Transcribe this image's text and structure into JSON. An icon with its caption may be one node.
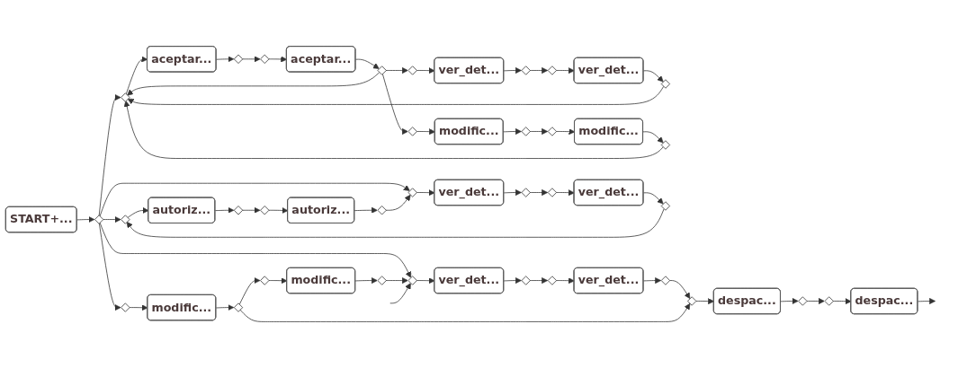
{
  "diagram": {
    "nodes": [
      {
        "text": [
          "START+..."
        ]
      },
      {
        "text": [],
        "shape": "diamond"
      },
      {
        "text": [],
        "shape": "diamond"
      },
      {
        "text": [
          "aceptar..."
        ]
      },
      {
        "text": [],
        "shape": "diamond"
      },
      {
        "text": [],
        "shape": "diamond"
      },
      {
        "text": [
          "aceptar..."
        ]
      },
      {
        "text": [],
        "shape": "diamond"
      },
      {
        "text": [],
        "shape": "diamond"
      },
      {
        "text": [
          "ver_det..."
        ]
      },
      {
        "text": [],
        "shape": "diamond"
      },
      {
        "text": [],
        "shape": "diamond"
      },
      {
        "text": [
          "ver_det..."
        ]
      },
      {
        "text": [],
        "shape": "diamond"
      },
      {
        "text": [],
        "shape": "diamond"
      },
      {
        "text": [
          "modific..."
        ]
      },
      {
        "text": [],
        "shape": "diamond"
      },
      {
        "text": [],
        "shape": "diamond"
      },
      {
        "text": [
          "modific..."
        ]
      },
      {
        "text": [],
        "shape": "diamond"
      },
      {
        "text": [],
        "shape": "diamond"
      },
      {
        "text": [
          "autoriz..."
        ]
      },
      {
        "text": [],
        "shape": "diamond"
      },
      {
        "text": [],
        "shape": "diamond"
      },
      {
        "text": [
          "autoriz..."
        ]
      },
      {
        "text": [],
        "shape": "diamond"
      },
      {
        "text": [],
        "shape": "diamond"
      },
      {
        "text": [
          "ver_det..."
        ]
      },
      {
        "text": [],
        "shape": "diamond"
      },
      {
        "text": [],
        "shape": "diamond"
      },
      {
        "text": [
          "ver_det..."
        ]
      },
      {
        "text": [],
        "shape": "diamond"
      },
      {
        "text": [],
        "shape": "diamond"
      },
      {
        "text": [
          "modific..."
        ]
      },
      {
        "text": [],
        "shape": "diamond"
      },
      {
        "text": [],
        "shape": "diamond"
      },
      {
        "text": [
          "modific..."
        ]
      },
      {
        "text": [],
        "shape": "diamond"
      },
      {
        "text": [],
        "shape": "diamond"
      },
      {
        "text": [
          "ver_det..."
        ]
      },
      {
        "text": [],
        "shape": "diamond"
      },
      {
        "text": [],
        "shape": "diamond"
      },
      {
        "text": [
          "ver_det..."
        ]
      },
      {
        "text": [],
        "shape": "diamond"
      },
      {
        "text": [],
        "shape": "diamond"
      },
      {
        "text": [
          "despac..."
        ]
      },
      {
        "text": [],
        "shape": "diamond"
      },
      {
        "text": [],
        "shape": "diamond"
      },
      {
        "text": [
          "despac..."
        ]
      }
    ],
    "edges": [
      {
        "from": 0,
        "to": 1,
        "arrow": "to"
      },
      {
        "from": 1,
        "to": 2,
        "arrow": "to"
      },
      {
        "from": 1,
        "to": 20,
        "arrow": "to"
      },
      {
        "from": 1,
        "to": 32,
        "arrow": "to"
      },
      {
        "from": 1,
        "to": 26,
        "arrow": "to"
      },
      {
        "from": 1,
        "to": 38,
        "arrow": "to"
      },
      {
        "from": 2,
        "to": 3,
        "arrow": "to"
      },
      {
        "from": 3,
        "to": 4,
        "arrow": "to"
      },
      {
        "from": 4,
        "to": 5,
        "arrow": "to"
      },
      {
        "from": 5,
        "to": 6,
        "arrow": "to"
      },
      {
        "from": 6,
        "to": 7,
        "arrow": "to"
      },
      {
        "from": 7,
        "to": 8,
        "arrow": "to"
      },
      {
        "from": 8,
        "to": 9,
        "arrow": "to"
      },
      {
        "from": 9,
        "to": 10,
        "arrow": "to"
      },
      {
        "from": 10,
        "to": 11,
        "arrow": "to"
      },
      {
        "from": 11,
        "to": 12,
        "arrow": "to"
      },
      {
        "from": 12,
        "to": 13,
        "arrow": "to"
      },
      {
        "from": 13,
        "to": 2,
        "arrow": "to"
      },
      {
        "from": 7,
        "to": 14,
        "arrow": "to"
      },
      {
        "from": 14,
        "to": 15,
        "arrow": "to"
      },
      {
        "from": 15,
        "to": 16,
        "arrow": "to"
      },
      {
        "from": 16,
        "to": 17,
        "arrow": "to"
      },
      {
        "from": 17,
        "to": 18,
        "arrow": "to"
      },
      {
        "from": 18,
        "to": 19,
        "arrow": "to"
      },
      {
        "from": 19,
        "to": 2,
        "arrow": "to"
      },
      {
        "from": 7,
        "to": 2,
        "arrow": "to"
      },
      {
        "from": 20,
        "to": 21,
        "arrow": "to"
      },
      {
        "from": 21,
        "to": 22,
        "arrow": "to"
      },
      {
        "from": 22,
        "to": 23,
        "arrow": "to"
      },
      {
        "from": 23,
        "to": 24,
        "arrow": "to"
      },
      {
        "from": 24,
        "to": 25,
        "arrow": "to"
      },
      {
        "from": 25,
        "to": 26,
        "arrow": "to"
      },
      {
        "from": 26,
        "to": 27,
        "arrow": "to"
      },
      {
        "from": 27,
        "to": 28,
        "arrow": "to"
      },
      {
        "from": 28,
        "to": 29,
        "arrow": "to"
      },
      {
        "from": 29,
        "to": 30,
        "arrow": "to"
      },
      {
        "from": 30,
        "to": 31,
        "arrow": "to"
      },
      {
        "from": 31,
        "to": 20,
        "arrow": "to"
      },
      {
        "from": 32,
        "to": 33,
        "arrow": "to"
      },
      {
        "from": 33,
        "to": 34,
        "arrow": "to"
      },
      {
        "from": 34,
        "to": 35,
        "arrow": "to"
      },
      {
        "from": 35,
        "to": 36,
        "arrow": "to"
      },
      {
        "from": 36,
        "to": 37,
        "arrow": "to"
      },
      {
        "from": 37,
        "to": 38,
        "arrow": "to"
      },
      {
        "from": 38,
        "to": 39,
        "arrow": "to"
      },
      {
        "from": 39,
        "to": 40,
        "arrow": "to"
      },
      {
        "from": 40,
        "to": 41,
        "arrow": "to"
      },
      {
        "from": 41,
        "to": 42,
        "arrow": "to"
      },
      {
        "from": 42,
        "to": 43,
        "arrow": "to"
      },
      {
        "from": 43,
        "to": 44,
        "arrow": "to"
      },
      {
        "from": 34,
        "to": 44,
        "arrow": "to"
      },
      {
        "from": 44,
        "to": 45,
        "arrow": "to"
      },
      {
        "from": 45,
        "to": 46,
        "arrow": "to"
      },
      {
        "from": 46,
        "to": 47,
        "arrow": "to"
      },
      {
        "from": 47,
        "to": 48,
        "arrow": "to"
      },
      {
        "from": 48,
        "to": null,
        "arrow": "to"
      },
      {
        "from": null,
        "to": 38,
        "arrow": "to"
      }
    ]
  }
}
